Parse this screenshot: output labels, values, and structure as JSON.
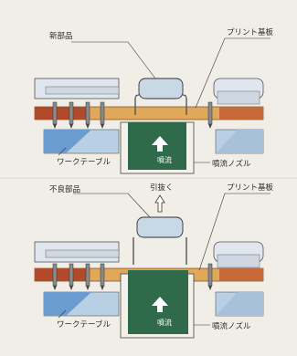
{
  "panels": [
    {
      "new_part_label": "新部品",
      "pcb_label": "プリント基板",
      "table_label": "ワークテーブル",
      "flow_label": "噴流",
      "nozzle_label": "噴流ノズル"
    },
    {
      "bad_part_label": "不良部品",
      "pull_label": "引抜く",
      "pcb_label": "プリント基板",
      "table_label": "ワークテーブル",
      "flow_label": "噴流",
      "nozzle_label": "噴流ノズル"
    }
  ],
  "colors": {
    "board": "#e0a85a",
    "board_left": "#b04a2a",
    "board_right": "#c66a3a",
    "solder_nozzle": "#2f6a4a",
    "component": "#c8d8e6",
    "table_blue": "#6a9cd0",
    "table_light": "#b9d0e4",
    "lead": "#555555"
  }
}
